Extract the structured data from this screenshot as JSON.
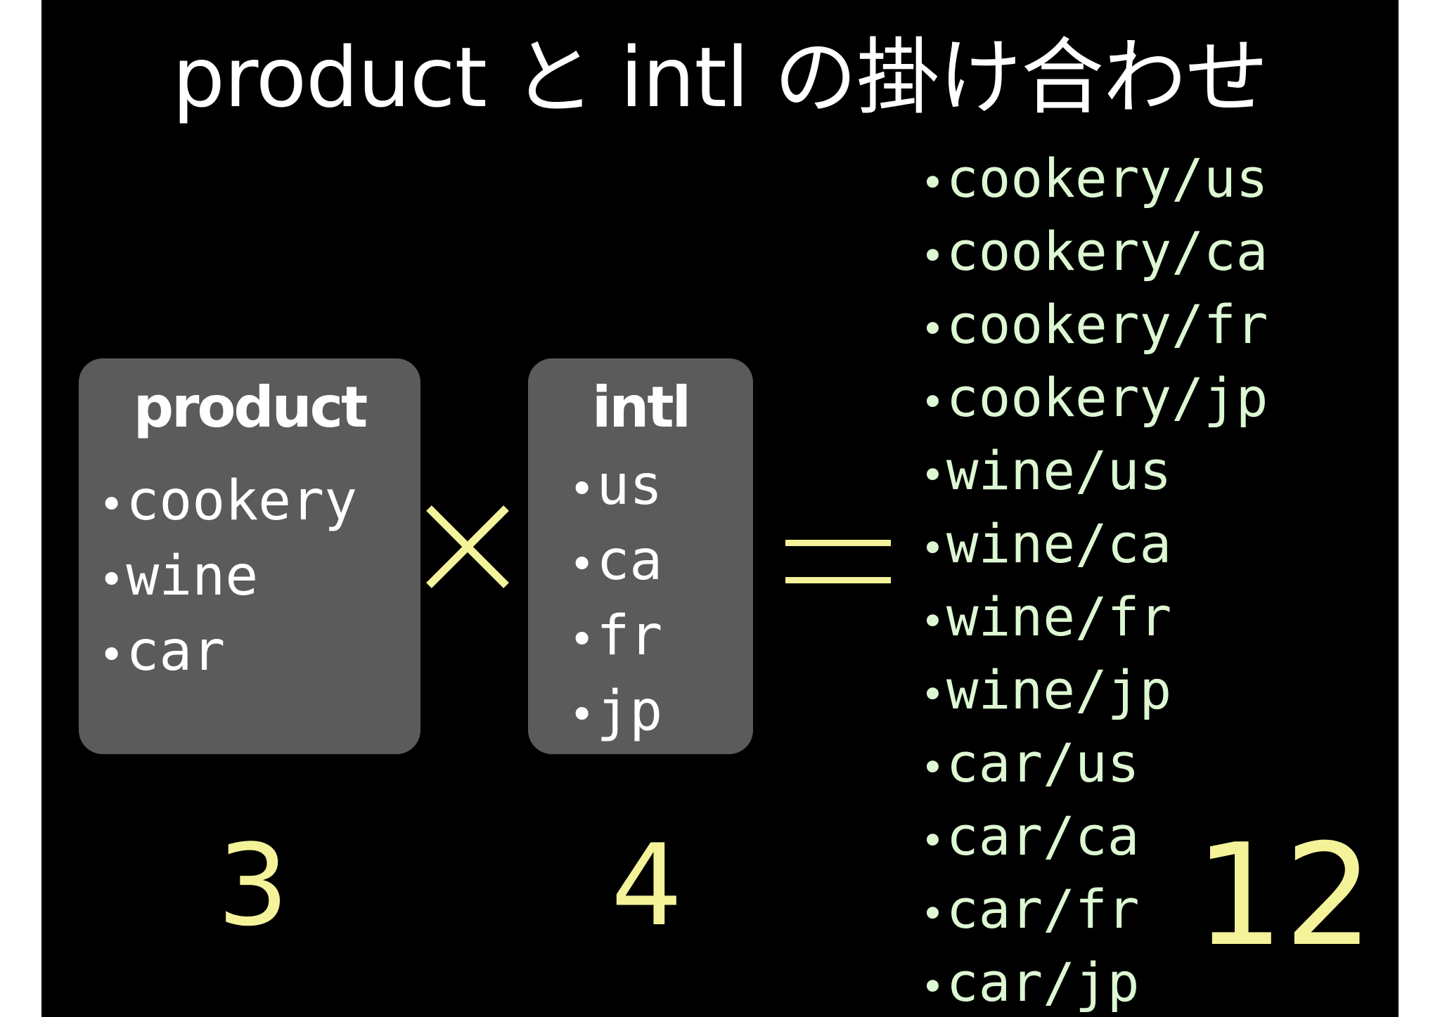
{
  "title": "product と intl の掛け合わせ",
  "product": {
    "heading": "product",
    "items": [
      "cookery",
      "wine",
      "car"
    ],
    "count": "3"
  },
  "intl": {
    "heading": "intl",
    "items": [
      "us",
      "ca",
      "fr",
      "jp"
    ],
    "count": "4"
  },
  "operators": {
    "times": "×",
    "equals": "="
  },
  "result": {
    "items": [
      "cookery/us",
      "cookery/ca",
      "cookery/fr",
      "cookery/jp",
      "wine/us",
      "wine/ca",
      "wine/fr",
      "wine/jp",
      "car/us",
      "car/ca",
      "car/fr",
      "car/jp"
    ],
    "count": "12"
  },
  "bullet": "•",
  "colors": {
    "background": "#000000",
    "box": "#5b5b5b",
    "accent_yellow": "#f5f39a",
    "result_text": "#dcf7d2",
    "text": "#ffffff"
  }
}
